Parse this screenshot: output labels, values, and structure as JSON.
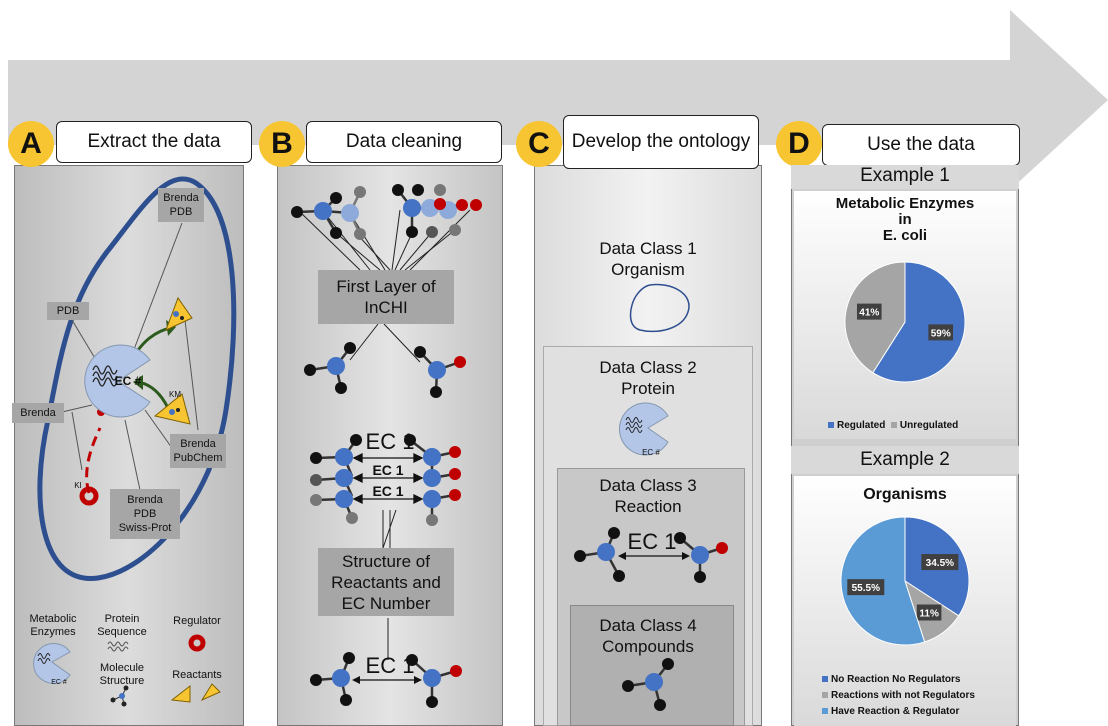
{
  "steps": [
    {
      "letter": "A",
      "label": "Extract the data"
    },
    {
      "letter": "B",
      "label": "Data cleaning"
    },
    {
      "letter": "C",
      "label": "Develop the ontology"
    },
    {
      "letter": "D",
      "label": "Use the data"
    }
  ],
  "panel_a": {
    "sources": {
      "brenda_pdb": "Brenda\nPDB",
      "pdb": "PDB",
      "brenda": "Brenda",
      "brenda_pubchem": "Brenda\nPubChem",
      "brenda_pdb_swiss": "Brenda\nPDB\nSwiss-Prot"
    },
    "enzyme_label": "EC #",
    "km_label": "KM",
    "ki_label": "KI",
    "legend": {
      "metabolic_enzymes": "Metabolic\nEnzymes",
      "protein_sequence": "Protein\nSequence",
      "regulator": "Regulator",
      "molecule_structure": "Molecule\nStructure",
      "reactants": "Reactants",
      "enzyme_small": "EC #"
    }
  },
  "panel_b": {
    "first_layer": "First Layer of\nInCHI",
    "ec_big": "EC 1",
    "ec_row2": "EC 1",
    "ec_row3": "EC 1",
    "structure": "Structure of\nReactants and\nEC Number",
    "ec_bottom": "EC 1"
  },
  "panel_c": {
    "class1": "Data Class 1\nOrganism",
    "class2": "Data Class 2\nProtein",
    "enzyme_label": "EC #",
    "class3": "Data Class 3\nReaction",
    "ec": "EC 1",
    "class4": "Data Class 4\nCompounds"
  },
  "panel_d": {
    "example1_label": "Example 1",
    "example2_label": "Example 2",
    "colors": {
      "blue": "#4472c4",
      "grey": "#a5a5a5",
      "lightblue": "#5b9bd5"
    }
  },
  "chart_data": [
    {
      "type": "pie",
      "title": "Metabolic Enzymes\nin\nE. coli",
      "categories": [
        "Regulated",
        "Unregulated"
      ],
      "values": [
        59,
        41
      ],
      "labels": [
        "59%",
        "41%"
      ],
      "colors": [
        "#4472c4",
        "#a5a5a5"
      ],
      "legend_position": "bottom"
    },
    {
      "type": "pie",
      "title": "Organisms",
      "categories": [
        "No Reaction No Regulators",
        "Reactions with not Regulators",
        "Have Reaction & Regulator"
      ],
      "values": [
        34.5,
        11,
        55.5
      ],
      "labels": [
        "34.5%",
        "11%",
        "55.5%"
      ],
      "colors": [
        "#4472c4",
        "#a5a5a5",
        "#5b9bd5"
      ],
      "legend_position": "bottom"
    }
  ]
}
